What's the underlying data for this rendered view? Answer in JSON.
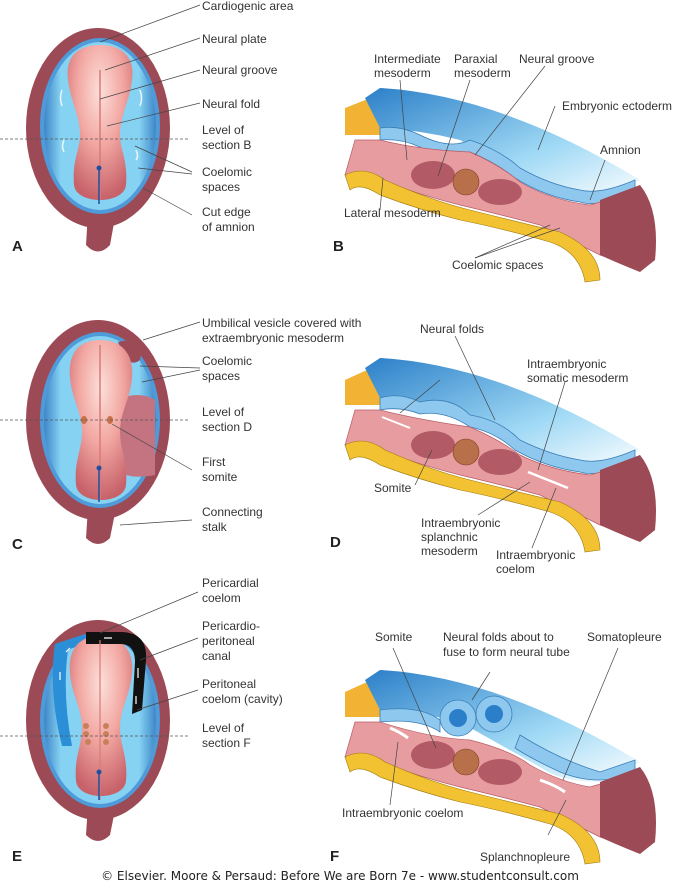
{
  "colors": {
    "membrane": "#9c4a55",
    "membrane_light": "#b9606c",
    "fluid": "#8fd6f3",
    "fluid_dark": "#3a8fd0",
    "embryo": "#f0a3a0",
    "embryo_light": "#fbd5cf",
    "mesoderm": "#e79ca0",
    "yolk": "#f2c232",
    "ectoderm": "#8cc8ee",
    "somite": "#b8704a"
  },
  "panels": {
    "A": {
      "letter": "A",
      "labels": [
        "Cardiogenic area",
        "Neural plate",
        "Neural groove",
        "Neural fold",
        "Level of",
        "section B",
        "Coelomic",
        "spaces",
        "Cut edge",
        "of amnion"
      ]
    },
    "B": {
      "letter": "B",
      "labels": [
        "Intermediate",
        "mesoderm",
        "Paraxial",
        "mesoderm",
        "Neural groove",
        "Embryonic ectoderm",
        "Amnion",
        "Lateral mesoderm",
        "Coelomic spaces"
      ]
    },
    "C": {
      "letter": "C",
      "labels": [
        "Umbilical vesicle covered with",
        "extraembryonic mesoderm",
        "Coelomic",
        "spaces",
        "Level of",
        "section D",
        "First",
        "somite",
        "Connecting",
        "stalk"
      ]
    },
    "D": {
      "letter": "D",
      "labels": [
        "Neural folds",
        "Intraembryonic",
        "somatic mesoderm",
        "Somite",
        "Intraembryonic",
        "splanchnic",
        "mesoderm",
        "Intraembryonic",
        "coelom"
      ]
    },
    "E": {
      "letter": "E",
      "labels": [
        "Pericardial",
        "coelom",
        "Pericardio-",
        "peritoneal",
        "canal",
        "Peritoneal",
        "coelom (cavity)",
        "Level of",
        "section F"
      ]
    },
    "F": {
      "letter": "F",
      "labels": [
        "Somite",
        "Neural folds about to",
        "fuse to form neural tube",
        "Somatopleure",
        "Intraembryonic coelom",
        "Splanchnopleure"
      ]
    }
  },
  "footer": "© Elsevier. Moore & Persaud: Before We are Born 7e - www.studentconsult.com"
}
